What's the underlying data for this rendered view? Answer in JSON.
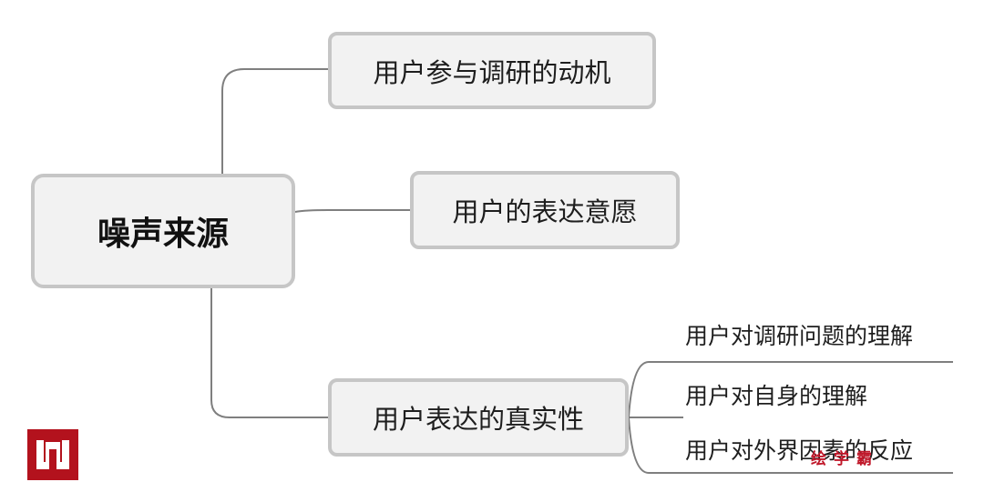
{
  "diagram": {
    "root": {
      "label": "噪声来源"
    },
    "branches": [
      {
        "label": "用户参与调研的动机"
      },
      {
        "label": "用户的表达意愿"
      },
      {
        "label": "用户表达的真实性",
        "children": [
          {
            "label": "用户对调研问题的理解"
          },
          {
            "label": "用户对自身的理解"
          },
          {
            "label": "用户对外界因素的反应"
          }
        ]
      }
    ]
  },
  "watermark": {
    "text": "绘学霸"
  },
  "colors": {
    "node_fill": "#f2f2f2",
    "node_border": "#c6c6c6",
    "connector": "#7f7f7f",
    "logo": "#b3121d"
  },
  "icons": {
    "logo": "brand-w-logo"
  }
}
